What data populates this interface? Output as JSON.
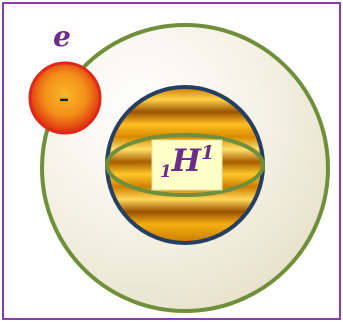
{
  "electron": {
    "letter": "e",
    "charge": "–"
  },
  "nucleus": {
    "subscript": "1",
    "symbol": "H",
    "superscript": "1"
  },
  "colors": {
    "frame": "#8a3bb5",
    "orbit_ring": "#6f8f3a",
    "nucleus_outline": "#253f63",
    "electron_red": "#e02010",
    "electron_orange": "#f7a21a",
    "label_box": "#ffffc8",
    "label_text": "#6a2d8a"
  }
}
